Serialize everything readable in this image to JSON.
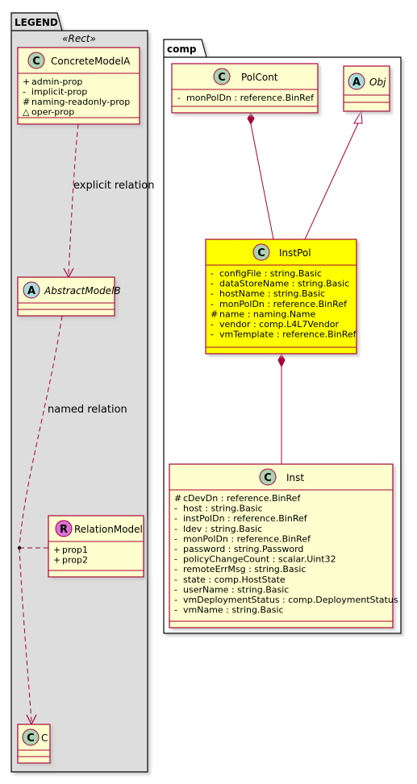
{
  "colors": {
    "class_fill": "#FEFECE",
    "border": "#A80036",
    "highlight_fill": "#FFFF00",
    "legend_bg": "#DDDDDD",
    "c_circle": "#ADD1B2",
    "a_circle": "#A9DCDF",
    "r_circle": "#DA70D6"
  },
  "legend": {
    "title": "LEGEND",
    "stereotype": "«Rect»",
    "concrete": {
      "letter": "C",
      "name": "ConcreteModelA",
      "attrs": [
        {
          "sym": "+",
          "text": "admin-prop"
        },
        {
          "sym": "-",
          "text": "implicit-prop"
        },
        {
          "sym": "#",
          "text": "naming-readonly-prop"
        },
        {
          "sym": "△",
          "text": "oper-prop"
        }
      ]
    },
    "explicit_label": "explicit relation",
    "abstract": {
      "letter": "A",
      "name": "AbstractModelB"
    },
    "named_label": "named relation",
    "relation": {
      "letter": "R",
      "name": "RelationModel",
      "attrs": [
        {
          "sym": "+",
          "text": "prop1"
        },
        {
          "sym": "+",
          "text": "prop2"
        }
      ]
    },
    "c_class": {
      "letter": "C",
      "name": "C"
    }
  },
  "comp": {
    "title": "comp",
    "polcont": {
      "letter": "C",
      "name": "PolCont",
      "attrs": [
        {
          "sym": "-",
          "text": "monPolDn : reference.BinRef"
        }
      ]
    },
    "obj": {
      "letter": "A",
      "name": "Obj"
    },
    "instpol": {
      "letter": "C",
      "name": "InstPol",
      "attrs": [
        {
          "sym": "-",
          "text": "configFile : string.Basic"
        },
        {
          "sym": "-",
          "text": "dataStoreName : string.Basic"
        },
        {
          "sym": "-",
          "text": "hostName : string.Basic"
        },
        {
          "sym": "-",
          "text": "monPolDn : reference.BinRef"
        },
        {
          "sym": "#",
          "text": "name : naming.Name"
        },
        {
          "sym": "-",
          "text": "vendor : comp.L4L7Vendor"
        },
        {
          "sym": "-",
          "text": "vmTemplate : reference.BinRef"
        }
      ]
    },
    "inst": {
      "letter": "C",
      "name": "Inst",
      "attrs": [
        {
          "sym": "#",
          "text": "cDevDn : reference.BinRef"
        },
        {
          "sym": "-",
          "text": "host : string.Basic"
        },
        {
          "sym": "-",
          "text": "instPolDn : reference.BinRef"
        },
        {
          "sym": "-",
          "text": "ldev : string.Basic"
        },
        {
          "sym": "-",
          "text": "monPolDn : reference.BinRef"
        },
        {
          "sym": "-",
          "text": "password : string.Password"
        },
        {
          "sym": "-",
          "text": "policyChangeCount : scalar.Uint32"
        },
        {
          "sym": "-",
          "text": "remoteErrMsg : string.Basic"
        },
        {
          "sym": "-",
          "text": "state : comp.HostState"
        },
        {
          "sym": "-",
          "text": "userName : string.Basic"
        },
        {
          "sym": "-",
          "text": "vmDeploymentStatus : comp.DeploymentStatus"
        },
        {
          "sym": "-",
          "text": "vmName : string.Basic"
        }
      ]
    }
  }
}
